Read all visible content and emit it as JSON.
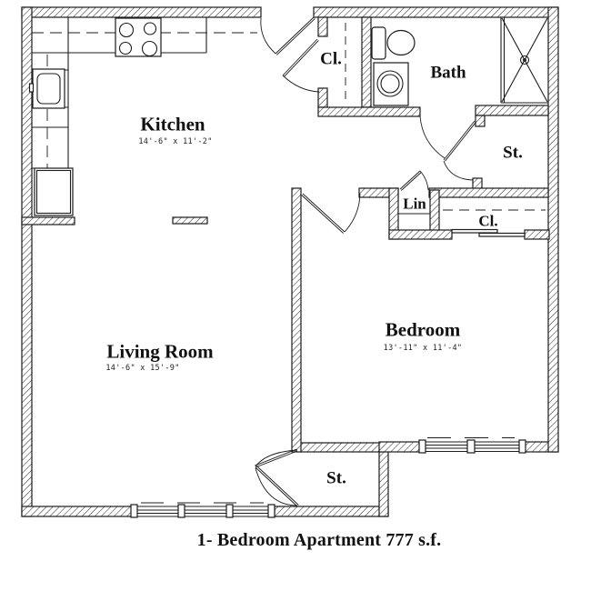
{
  "plan": {
    "caption": "1- Bedroom Apartment 777 s.f.",
    "rooms": [
      {
        "label": "Kitchen",
        "dims": "14'-6\" x 11'-2\""
      },
      {
        "label": "Living Room",
        "dims": "14'-6\" x 15'-9\""
      },
      {
        "label": "Bedroom",
        "dims": "13'-11\" x 11'-4\""
      },
      {
        "label": "Bath"
      },
      {
        "label": "Cl."
      },
      {
        "label": "St."
      },
      {
        "label": "Lin"
      },
      {
        "label": "Cl."
      },
      {
        "label": "St."
      }
    ],
    "fixtures": [
      "stove-icon",
      "sink-icon",
      "refrigerator-icon",
      "toilet-icon",
      "washer-icon",
      "shower-icon",
      "window",
      "door-swing",
      "sliding-closet-door",
      "closet-rod"
    ],
    "colors": {
      "line": "#1c1c1c",
      "background": "#ffffff"
    }
  }
}
